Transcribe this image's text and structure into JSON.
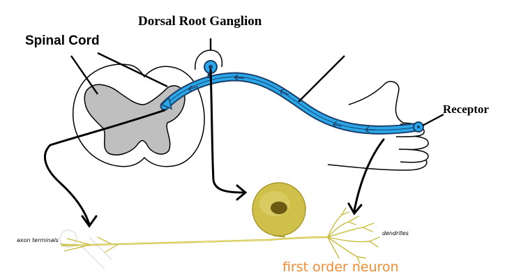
{
  "labels": {
    "spinal_cord": "Spinal Cord",
    "dorsal_root_ganglion": "Dorsal Root Ganglion",
    "receptor": "Receptor",
    "axon_terminals": "axon terminals",
    "dendrites": "dendrites",
    "first_order_neuron": "first order neuron"
  },
  "colors": {
    "nerve_fiber": "#2aa7e8",
    "nerve_outline": "#1c3f6a",
    "gray_matter": "#c0c0c0",
    "neuron_body": "#cfc04a",
    "neuron_nucleus": "#6b5a12",
    "neuron_caption": "#f28a2e",
    "line_art": "#000000"
  },
  "icons": {
    "watermark": "dreamstime-watermark-icon"
  }
}
